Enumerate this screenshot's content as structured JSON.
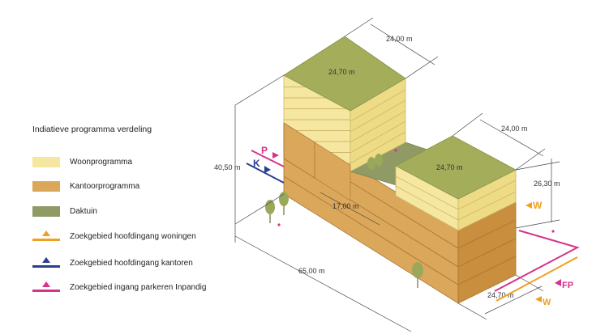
{
  "legend": {
    "title": "Indiatieve programma verdeling",
    "items": [
      {
        "label": "Woonprogramma",
        "color": "#f6e7a0",
        "kind": "swatch"
      },
      {
        "label": "Kantoorprogramma",
        "color": "#dba75b",
        "kind": "swatch"
      },
      {
        "label": "Daktuin",
        "color": "#8f9a65",
        "kind": "swatch"
      },
      {
        "label": "Zoekgebied hoofdingang woningen",
        "color": "#f0a020",
        "kind": "marker"
      },
      {
        "label": "Zoekgebied hoofdingang kantoren",
        "color": "#2a3f8f",
        "kind": "marker"
      },
      {
        "label": "Zoekgebied ingang parkeren Inpandig",
        "color": "#d6338a",
        "kind": "marker"
      }
    ]
  },
  "dimensions": {
    "top_width": "24,00 m",
    "top_depth": "24,70 m",
    "height_total": "40,50 m",
    "right_width": "24,00 m",
    "right_depth": "24,70 m",
    "right_height": "26,30 m",
    "courtyard": "17,00 m",
    "length": "65,00 m",
    "bottom_depth": "24,70 m"
  },
  "entrances": {
    "p": "P",
    "k": "K",
    "w_right": "W",
    "fp": "FP",
    "w_bottom": "W"
  },
  "colors": {
    "woon": "#f6e7a0",
    "woon_side": "#eedb86",
    "woon_lines": "#cdb76a",
    "kantoor": "#dba75b",
    "kantoor_side": "#c98f3f",
    "kantoor_lines": "#a87532",
    "roof": "#a3ad5a",
    "daktuin": "#8f9a65"
  }
}
